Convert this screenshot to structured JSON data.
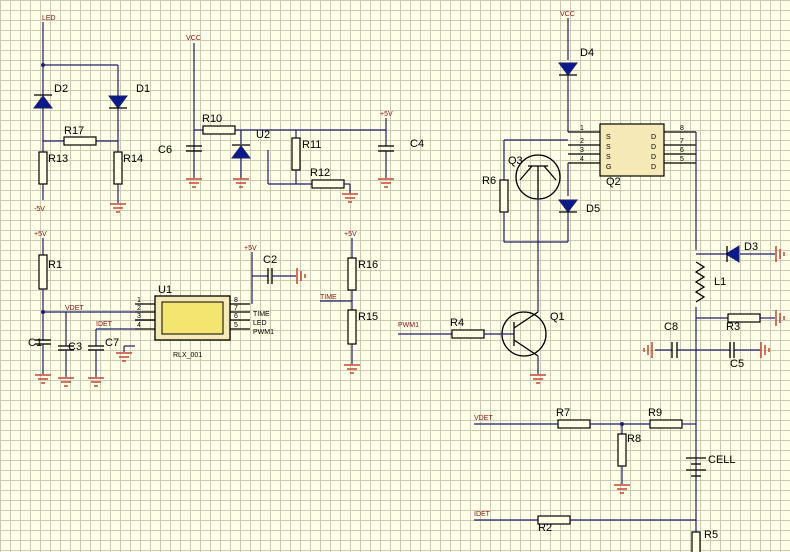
{
  "nets": {
    "led": "LED",
    "vcc": "VCC",
    "vcc2": "VCC",
    "neg5v": "-5V",
    "pos5v": "+5V",
    "sv_u2": "+5V",
    "sv_r16": "+5V",
    "sv_c2": "+5V",
    "vdet": "VDET",
    "idet": "IDET",
    "time": "TIME",
    "time2": "TIME",
    "led2": "LED",
    "pwm": "PWM1",
    "pwm2": "PWM1",
    "vdet2": "VDET",
    "idet2": "IDET"
  },
  "labels": {
    "D1": "D1",
    "D2": "D2",
    "D3": "D3",
    "D4": "D4",
    "D5": "D5",
    "R1": "R1",
    "R2": "R2",
    "R3": "R3",
    "R4": "R4",
    "R5": "R5",
    "R6": "R6",
    "R7": "R7",
    "R8": "R8",
    "R9": "R9",
    "R10": "R10",
    "R11": "R11",
    "R12": "R12",
    "R13": "R13",
    "R14": "R14",
    "R15": "R15",
    "R16": "R16",
    "R17": "R17",
    "C1": "C1",
    "C2": "C2",
    "C3": "C3",
    "C4": "C4",
    "C5": "C5",
    "C6": "C6",
    "C7": "C7",
    "C8": "C8",
    "U1": "U1",
    "U2": "U2",
    "Q1": "Q1",
    "Q2": "Q2",
    "Q3": "Q3",
    "L1": "L1",
    "CELL": "CELL",
    "u1_part": "RLX_001"
  },
  "u1_pins": [
    "1",
    "2",
    "3",
    "4",
    "8",
    "7",
    "6",
    "5"
  ],
  "q2_pins": [
    "1",
    "2",
    "3",
    "4",
    "8",
    "7",
    "6",
    "5"
  ],
  "q2_left": [
    "S",
    "S",
    "S",
    "G"
  ],
  "q2_right": [
    "D",
    "D",
    "D",
    "D"
  ]
}
